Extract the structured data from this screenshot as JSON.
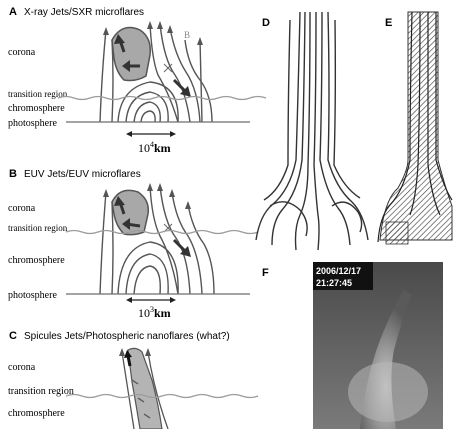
{
  "panels": {
    "a": {
      "letter": "A",
      "title": "X-ray Jets/SXR microflares",
      "marker": "B",
      "scale": "10",
      "scale_exp": "4",
      "scale_unit": "km"
    },
    "b": {
      "letter": "B",
      "title": "EUV Jets/EUV microflares",
      "scale": "10",
      "scale_exp": "3",
      "scale_unit": "km"
    },
    "c": {
      "letter": "C",
      "title": "Spicules Jets/Photospheric nanoflares (what?)"
    },
    "d": {
      "letter": "D"
    },
    "e": {
      "letter": "E"
    },
    "f": {
      "letter": "F",
      "date": "2006/12/17",
      "time": "21:27:45"
    }
  },
  "layers": {
    "corona": "corona",
    "transition_region": "transition region",
    "chromosphere": "chromosphere",
    "photosphere": "photosphere"
  },
  "colors": {
    "line": "#555555",
    "jet_fill": "#a8a8a8",
    "wave": "#9c9c9c",
    "photo": "#6e6e6e"
  }
}
